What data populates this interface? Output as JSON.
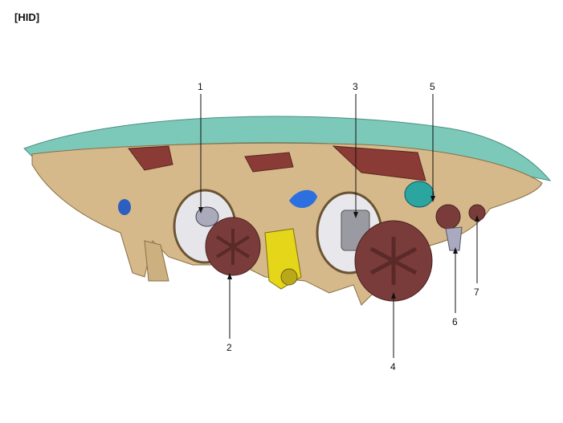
{
  "title": "[HID]",
  "callouts": [
    "1",
    "2",
    "3",
    "4",
    "5",
    "6",
    "7"
  ]
}
